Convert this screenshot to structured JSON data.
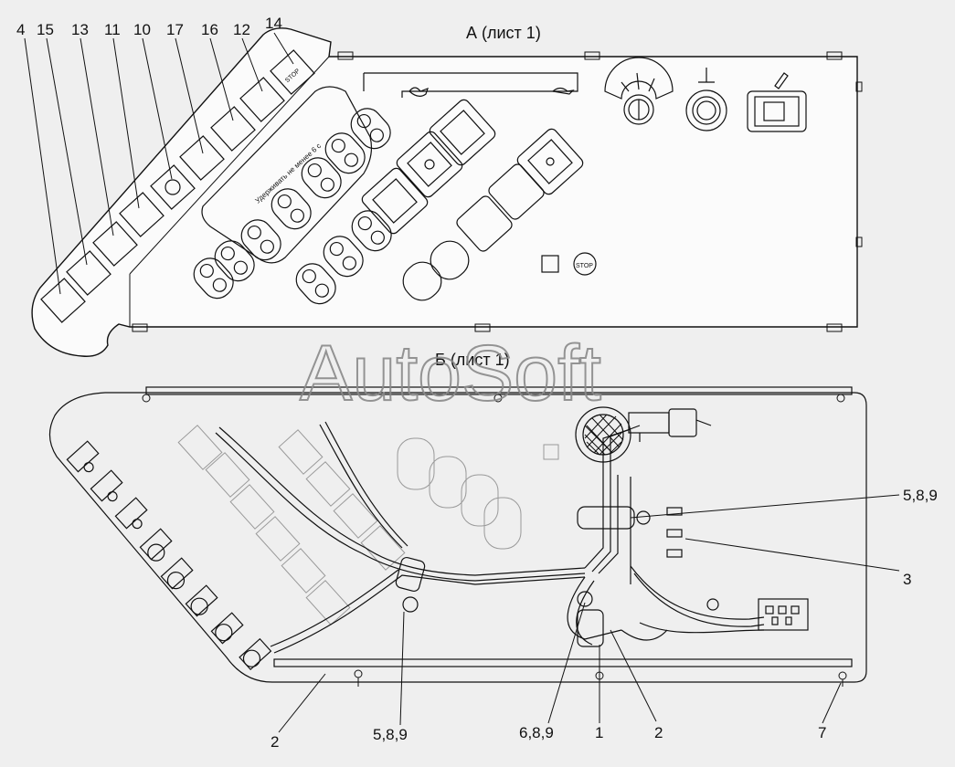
{
  "view_a": {
    "title": "А (лист 1)",
    "callouts": [
      "4",
      "15",
      "13",
      "11",
      "10",
      "17",
      "16",
      "12",
      "14"
    ],
    "vertical_text": "Удерживать не менее 6 с",
    "stop_labels": [
      "STOP",
      "STOP"
    ]
  },
  "view_b": {
    "title": "Б (лист 1)",
    "callouts_right": [
      "5,8,9",
      "3"
    ],
    "callouts_bottom": [
      "2",
      "5,8,9",
      "6,8,9",
      "1",
      "2",
      "7"
    ]
  },
  "watermark": "AutoSoft",
  "colors": {
    "line": "#111111",
    "background": "#efefef",
    "watermark": "#8a8a8a"
  }
}
